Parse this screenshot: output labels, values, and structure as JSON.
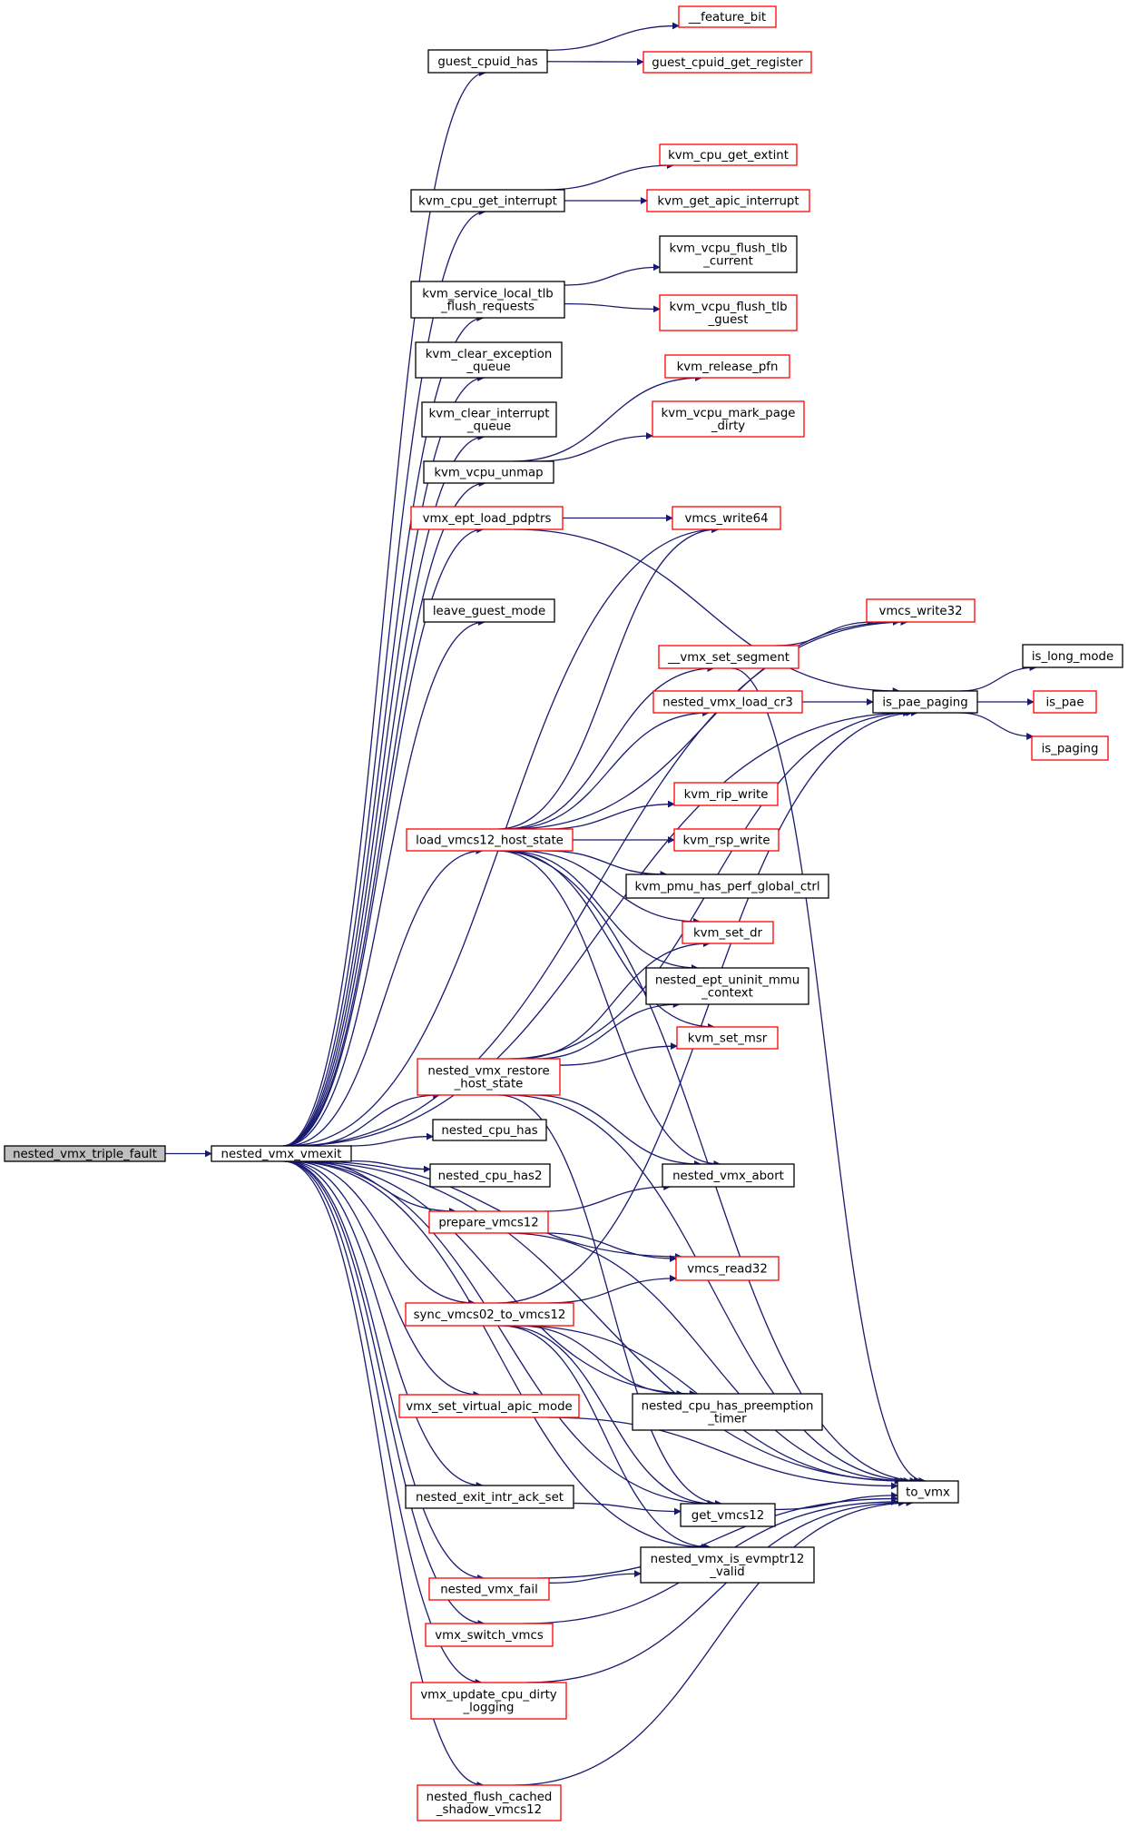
{
  "colors": {
    "edge": "#191970",
    "normal_border": "#000000",
    "truncated_border": "#ff0000",
    "root_fill": "#bfbfbf",
    "node_fill": "#ffffff"
  },
  "nodes": [
    {
      "id": "nested_vmx_triple_fault",
      "lines": [
        "nested_vmx_triple_fault"
      ],
      "style": "root"
    },
    {
      "id": "nested_vmx_vmexit",
      "lines": [
        "nested_vmx_vmexit"
      ],
      "style": "normal"
    },
    {
      "id": "guest_cpuid_has",
      "lines": [
        "guest_cpuid_has"
      ],
      "style": "normal"
    },
    {
      "id": "__feature_bit",
      "lines": [
        "__feature_bit"
      ],
      "style": "truncated"
    },
    {
      "id": "guest_cpuid_get_register",
      "lines": [
        "guest_cpuid_get_register"
      ],
      "style": "truncated"
    },
    {
      "id": "kvm_cpu_get_interrupt",
      "lines": [
        "kvm_cpu_get_interrupt"
      ],
      "style": "normal"
    },
    {
      "id": "kvm_cpu_get_extint",
      "lines": [
        "kvm_cpu_get_extint"
      ],
      "style": "truncated"
    },
    {
      "id": "kvm_get_apic_interrupt",
      "lines": [
        "kvm_get_apic_interrupt"
      ],
      "style": "truncated"
    },
    {
      "id": "kvm_service_local_tlb_flush_requests",
      "lines": [
        "kvm_service_local_tlb",
        "_flush_requests"
      ],
      "style": "normal"
    },
    {
      "id": "kvm_vcpu_flush_tlb_current",
      "lines": [
        "kvm_vcpu_flush_tlb",
        "_current"
      ],
      "style": "normal"
    },
    {
      "id": "kvm_vcpu_flush_tlb_guest",
      "lines": [
        "kvm_vcpu_flush_tlb",
        "_guest"
      ],
      "style": "truncated"
    },
    {
      "id": "kvm_clear_exception_queue",
      "lines": [
        "kvm_clear_exception",
        "_queue"
      ],
      "style": "normal"
    },
    {
      "id": "kvm_release_pfn",
      "lines": [
        "kvm_release_pfn"
      ],
      "style": "truncated"
    },
    {
      "id": "kvm_clear_interrupt_queue",
      "lines": [
        "kvm_clear_interrupt",
        "_queue"
      ],
      "style": "normal"
    },
    {
      "id": "kvm_vcpu_mark_page_dirty",
      "lines": [
        "kvm_vcpu_mark_page",
        "_dirty"
      ],
      "style": "truncated"
    },
    {
      "id": "kvm_vcpu_unmap",
      "lines": [
        "kvm_vcpu_unmap"
      ],
      "style": "normal"
    },
    {
      "id": "vmx_ept_load_pdptrs",
      "lines": [
        "vmx_ept_load_pdptrs"
      ],
      "style": "truncated"
    },
    {
      "id": "vmcs_write64",
      "lines": [
        "vmcs_write64"
      ],
      "style": "truncated"
    },
    {
      "id": "leave_guest_mode",
      "lines": [
        "leave_guest_mode"
      ],
      "style": "normal"
    },
    {
      "id": "vmcs_write32",
      "lines": [
        "vmcs_write32"
      ],
      "style": "truncated"
    },
    {
      "id": "__vmx_set_segment",
      "lines": [
        "__vmx_set_segment"
      ],
      "style": "truncated"
    },
    {
      "id": "is_long_mode",
      "lines": [
        "is_long_mode"
      ],
      "style": "normal"
    },
    {
      "id": "nested_vmx_load_cr3",
      "lines": [
        "nested_vmx_load_cr3"
      ],
      "style": "truncated"
    },
    {
      "id": "is_pae_paging",
      "lines": [
        "is_pae_paging"
      ],
      "style": "normal"
    },
    {
      "id": "is_pae",
      "lines": [
        "is_pae"
      ],
      "style": "truncated"
    },
    {
      "id": "is_paging",
      "lines": [
        "is_paging"
      ],
      "style": "truncated"
    },
    {
      "id": "kvm_rip_write",
      "lines": [
        "kvm_rip_write"
      ],
      "style": "truncated"
    },
    {
      "id": "load_vmcs12_host_state",
      "lines": [
        "load_vmcs12_host_state"
      ],
      "style": "truncated"
    },
    {
      "id": "kvm_rsp_write",
      "lines": [
        "kvm_rsp_write"
      ],
      "style": "truncated"
    },
    {
      "id": "kvm_pmu_has_perf_global_ctrl",
      "lines": [
        "kvm_pmu_has_perf_global_ctrl"
      ],
      "style": "normal"
    },
    {
      "id": "kvm_set_dr",
      "lines": [
        "kvm_set_dr"
      ],
      "style": "truncated"
    },
    {
      "id": "nested_ept_uninit_mmu_context",
      "lines": [
        "nested_ept_uninit_mmu",
        "_context"
      ],
      "style": "normal"
    },
    {
      "id": "kvm_set_msr",
      "lines": [
        "kvm_set_msr"
      ],
      "style": "truncated"
    },
    {
      "id": "nested_vmx_restore_host_state",
      "lines": [
        "nested_vmx_restore",
        "_host_state"
      ],
      "style": "truncated"
    },
    {
      "id": "nested_cpu_has",
      "lines": [
        "nested_cpu_has"
      ],
      "style": "normal"
    },
    {
      "id": "nested_vmx_abort",
      "lines": [
        "nested_vmx_abort"
      ],
      "style": "normal"
    },
    {
      "id": "nested_cpu_has2",
      "lines": [
        "nested_cpu_has2"
      ],
      "style": "normal"
    },
    {
      "id": "prepare_vmcs12",
      "lines": [
        "prepare_vmcs12"
      ],
      "style": "truncated"
    },
    {
      "id": "vmcs_read32",
      "lines": [
        "vmcs_read32"
      ],
      "style": "truncated"
    },
    {
      "id": "sync_vmcs02_to_vmcs12",
      "lines": [
        "sync_vmcs02_to_vmcs12"
      ],
      "style": "truncated"
    },
    {
      "id": "vmx_set_virtual_apic_mode",
      "lines": [
        "vmx_set_virtual_apic_mode"
      ],
      "style": "truncated"
    },
    {
      "id": "nested_cpu_has_preemption_timer",
      "lines": [
        "nested_cpu_has_preemption",
        "_timer"
      ],
      "style": "normal"
    },
    {
      "id": "to_vmx",
      "lines": [
        "to_vmx"
      ],
      "style": "normal"
    },
    {
      "id": "nested_exit_intr_ack_set",
      "lines": [
        "nested_exit_intr_ack_set"
      ],
      "style": "normal"
    },
    {
      "id": "get_vmcs12",
      "lines": [
        "get_vmcs12"
      ],
      "style": "normal"
    },
    {
      "id": "nested_vmx_is_evmptr12_valid",
      "lines": [
        "nested_vmx_is_evmptr12",
        "_valid"
      ],
      "style": "normal"
    },
    {
      "id": "nested_vmx_fail",
      "lines": [
        "nested_vmx_fail"
      ],
      "style": "truncated"
    },
    {
      "id": "vmx_switch_vmcs",
      "lines": [
        "vmx_switch_vmcs"
      ],
      "style": "truncated"
    },
    {
      "id": "vmx_update_cpu_dirty_logging",
      "lines": [
        "vmx_update_cpu_dirty",
        "_logging"
      ],
      "style": "truncated"
    },
    {
      "id": "nested_flush_cached_shadow_vmcs12",
      "lines": [
        "nested_flush_cached",
        "_shadow_vmcs12"
      ],
      "style": "truncated"
    }
  ],
  "edges": [
    [
      "nested_vmx_triple_fault",
      "nested_vmx_vmexit"
    ],
    [
      "nested_vmx_vmexit",
      "guest_cpuid_has"
    ],
    [
      "nested_vmx_vmexit",
      "vmcs_write32"
    ],
    [
      "nested_vmx_vmexit",
      "kvm_cpu_get_interrupt"
    ],
    [
      "nested_vmx_vmexit",
      "kvm_service_local_tlb_flush_requests"
    ],
    [
      "nested_vmx_vmexit",
      "kvm_clear_exception_queue"
    ],
    [
      "nested_vmx_vmexit",
      "kvm_clear_interrupt_queue"
    ],
    [
      "nested_vmx_vmexit",
      "kvm_vcpu_unmap"
    ],
    [
      "nested_vmx_vmexit",
      "vmx_ept_load_pdptrs"
    ],
    [
      "nested_vmx_vmexit",
      "vmcs_write64"
    ],
    [
      "nested_vmx_vmexit",
      "leave_guest_mode"
    ],
    [
      "nested_vmx_vmexit",
      "is_pae_paging"
    ],
    [
      "nested_vmx_vmexit",
      "load_vmcs12_host_state"
    ],
    [
      "nested_vmx_vmexit",
      "nested_vmx_restore_host_state"
    ],
    [
      "nested_vmx_vmexit",
      "nested_cpu_has"
    ],
    [
      "nested_vmx_vmexit",
      "nested_cpu_has2"
    ],
    [
      "nested_vmx_vmexit",
      "prepare_vmcs12"
    ],
    [
      "nested_vmx_vmexit",
      "vmcs_read32"
    ],
    [
      "nested_vmx_vmexit",
      "sync_vmcs02_to_vmcs12"
    ],
    [
      "nested_vmx_vmexit",
      "nested_cpu_has_preemption_timer"
    ],
    [
      "nested_vmx_vmexit",
      "vmx_set_virtual_apic_mode"
    ],
    [
      "nested_vmx_vmexit",
      "get_vmcs12"
    ],
    [
      "nested_vmx_vmexit",
      "nested_exit_intr_ack_set"
    ],
    [
      "nested_vmx_vmexit",
      "nested_vmx_is_evmptr12_valid"
    ],
    [
      "nested_vmx_vmexit",
      "nested_vmx_fail"
    ],
    [
      "nested_vmx_vmexit",
      "vmx_switch_vmcs"
    ],
    [
      "nested_vmx_vmexit",
      "vmx_update_cpu_dirty_logging"
    ],
    [
      "nested_vmx_vmexit",
      "to_vmx"
    ],
    [
      "nested_vmx_vmexit",
      "nested_flush_cached_shadow_vmcs12"
    ],
    [
      "guest_cpuid_has",
      "__feature_bit"
    ],
    [
      "guest_cpuid_has",
      "guest_cpuid_get_register"
    ],
    [
      "kvm_cpu_get_interrupt",
      "kvm_cpu_get_extint"
    ],
    [
      "kvm_cpu_get_interrupt",
      "kvm_get_apic_interrupt"
    ],
    [
      "kvm_service_local_tlb_flush_requests",
      "kvm_vcpu_flush_tlb_current"
    ],
    [
      "kvm_service_local_tlb_flush_requests",
      "kvm_vcpu_flush_tlb_guest"
    ],
    [
      "kvm_vcpu_unmap",
      "kvm_release_pfn"
    ],
    [
      "kvm_vcpu_unmap",
      "kvm_vcpu_mark_page_dirty"
    ],
    [
      "vmx_ept_load_pdptrs",
      "vmcs_write64"
    ],
    [
      "vmx_ept_load_pdptrs",
      "is_pae_paging"
    ],
    [
      "load_vmcs12_host_state",
      "vmcs_write64"
    ],
    [
      "load_vmcs12_host_state",
      "vmcs_write32"
    ],
    [
      "load_vmcs12_host_state",
      "__vmx_set_segment"
    ],
    [
      "load_vmcs12_host_state",
      "nested_vmx_load_cr3"
    ],
    [
      "load_vmcs12_host_state",
      "to_vmx"
    ],
    [
      "load_vmcs12_host_state",
      "kvm_rip_write"
    ],
    [
      "load_vmcs12_host_state",
      "kvm_rsp_write"
    ],
    [
      "load_vmcs12_host_state",
      "kvm_pmu_has_perf_global_ctrl"
    ],
    [
      "load_vmcs12_host_state",
      "kvm_set_dr"
    ],
    [
      "load_vmcs12_host_state",
      "nested_ept_uninit_mmu_context"
    ],
    [
      "load_vmcs12_host_state",
      "kvm_set_msr"
    ],
    [
      "load_vmcs12_host_state",
      "nested_vmx_abort"
    ],
    [
      "__vmx_set_segment",
      "vmcs_write32"
    ],
    [
      "__vmx_set_segment",
      "to_vmx"
    ],
    [
      "nested_vmx_load_cr3",
      "is_pae_paging"
    ],
    [
      "is_pae_paging",
      "is_long_mode"
    ],
    [
      "is_pae_paging",
      "is_pae"
    ],
    [
      "is_pae_paging",
      "is_paging"
    ],
    [
      "nested_vmx_restore_host_state",
      "kvm_set_dr"
    ],
    [
      "nested_vmx_restore_host_state",
      "nested_ept_uninit_mmu_context"
    ],
    [
      "nested_vmx_restore_host_state",
      "kvm_set_msr"
    ],
    [
      "nested_vmx_restore_host_state",
      "is_pae_paging"
    ],
    [
      "nested_vmx_restore_host_state",
      "nested_vmx_abort"
    ],
    [
      "nested_vmx_restore_host_state",
      "to_vmx"
    ],
    [
      "nested_vmx_restore_host_state",
      "get_vmcs12"
    ],
    [
      "prepare_vmcs12",
      "nested_vmx_abort"
    ],
    [
      "prepare_vmcs12",
      "vmcs_read32"
    ],
    [
      "prepare_vmcs12",
      "to_vmx"
    ],
    [
      "sync_vmcs02_to_vmcs12",
      "vmcs_read32"
    ],
    [
      "sync_vmcs02_to_vmcs12",
      "is_pae_paging"
    ],
    [
      "sync_vmcs02_to_vmcs12",
      "nested_cpu_has_preemption_timer"
    ],
    [
      "sync_vmcs02_to_vmcs12",
      "to_vmx"
    ],
    [
      "sync_vmcs02_to_vmcs12",
      "get_vmcs12"
    ],
    [
      "sync_vmcs02_to_vmcs12",
      "nested_vmx_is_evmptr12_valid"
    ],
    [
      "vmx_set_virtual_apic_mode",
      "to_vmx"
    ],
    [
      "nested_exit_intr_ack_set",
      "get_vmcs12"
    ],
    [
      "get_vmcs12",
      "to_vmx"
    ],
    [
      "nested_vmx_fail",
      "nested_vmx_is_evmptr12_valid"
    ],
    [
      "nested_vmx_fail",
      "to_vmx"
    ],
    [
      "vmx_switch_vmcs",
      "to_vmx"
    ],
    [
      "vmx_update_cpu_dirty_logging",
      "to_vmx"
    ],
    [
      "nested_flush_cached_shadow_vmcs12",
      "to_vmx"
    ]
  ]
}
